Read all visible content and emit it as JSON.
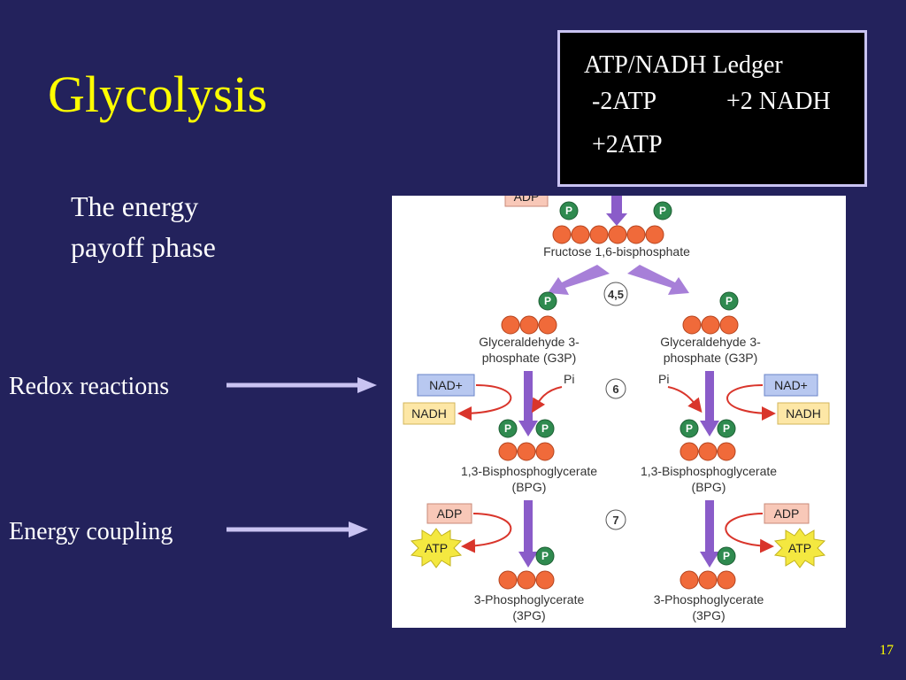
{
  "slide": {
    "title": "Glycolysis",
    "subtitle_line1": "The energy",
    "subtitle_line2": "payoff phase",
    "label_redox": "Redox reactions",
    "label_energy": "Energy coupling",
    "slide_number": "17"
  },
  "ledger": {
    "heading": "ATP/NADH Ledger",
    "atp_spent": "-2ATP",
    "nadh_gained": "+2 NADH",
    "atp_gained": "+2ATP"
  },
  "diagram": {
    "top_box": "ADP",
    "fructose": "Fructose 1,6-bisphosphate",
    "step_45": "4,5",
    "g3p_line1": "Glyceraldehyde 3-",
    "g3p_line2": "phosphate (G3P)",
    "step_6": "6",
    "nad": "NAD+",
    "nadh": "NADH",
    "pi": "Pi",
    "bpg_line1": "1,3-Bisphosphoglycerate",
    "bpg_line2": "(BPG)",
    "step_7": "7",
    "adp": "ADP",
    "atp": "ATP",
    "pg_line1": "3-Phosphoglycerate",
    "pg_line2": "(3PG)",
    "phosphate": "P"
  },
  "colors": {
    "background": "#23225c",
    "title": "#ffff00",
    "carbon": "#f06a3a",
    "phosphate": "#2f8a4f",
    "arrow_purple": "#8a5cc9",
    "arrow_red": "#d9352b",
    "nad_box": "#b8c8f0",
    "nadh_box": "#fde7a6",
    "adp_box": "#f8c8b8",
    "atp_star": "#f4e840"
  }
}
